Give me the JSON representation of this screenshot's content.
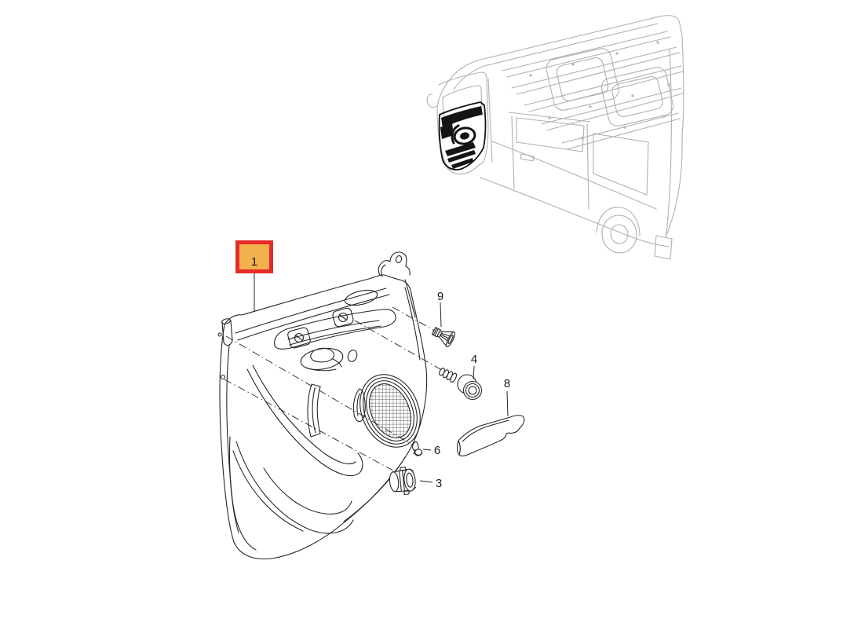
{
  "canvas": {
    "background": "#ffffff"
  },
  "callouts": {
    "one": "1",
    "three": "3",
    "four": "4",
    "six": "6",
    "eight": "8",
    "nine": "9"
  },
  "highlight": {
    "fill": "#f2b14c",
    "border": "#e62a2c",
    "digit_color": "#b07f24"
  },
  "colors": {
    "drawing": "#262626",
    "van": "#b0b0b0",
    "van_door_highlight": "#141414",
    "leader": "#262626"
  }
}
